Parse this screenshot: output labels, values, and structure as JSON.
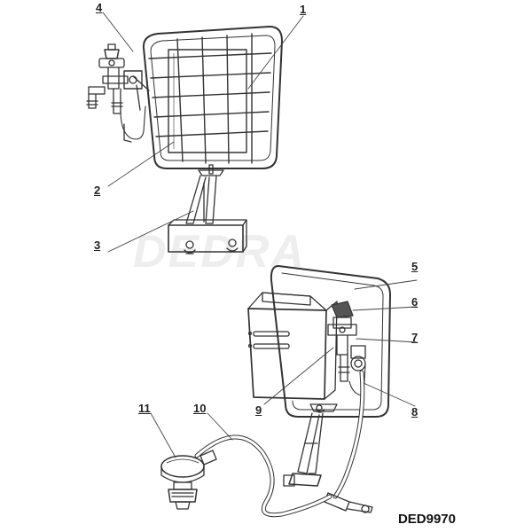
{
  "diagram": {
    "model_code": "DED9970",
    "watermark": "DEDRA",
    "callouts": [
      {
        "id": "c1",
        "text": "1"
      },
      {
        "id": "c2",
        "text": "2"
      },
      {
        "id": "c3",
        "text": "3"
      },
      {
        "id": "c4",
        "text": "4"
      },
      {
        "id": "c5",
        "text": "5"
      },
      {
        "id": "c6",
        "text": "6"
      },
      {
        "id": "c7",
        "text": "7"
      },
      {
        "id": "c8",
        "text": "8"
      },
      {
        "id": "c9",
        "text": "9"
      },
      {
        "id": "c10",
        "text": "10"
      },
      {
        "id": "c11",
        "text": "11"
      }
    ]
  },
  "colors": {
    "line": "#333333",
    "watermark": "#eeeeee",
    "text": "#222222"
  }
}
